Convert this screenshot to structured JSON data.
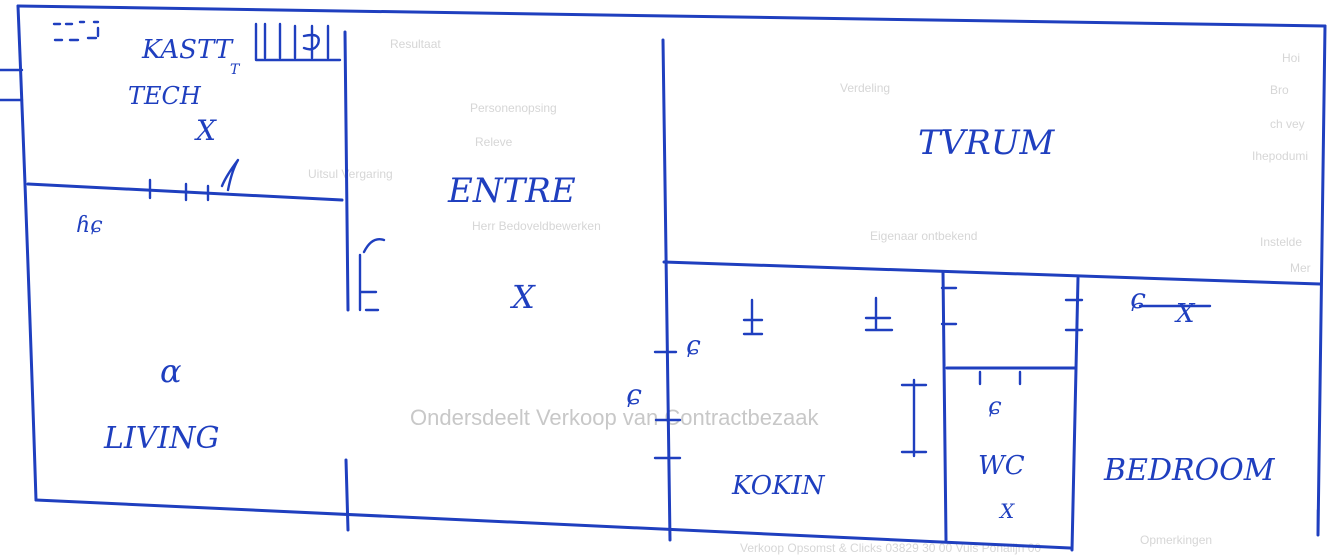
{
  "background_text": {
    "row_labels": [
      "Hoi",
      "Bro",
      "ch vey",
      "Ihepodumi",
      "Instelde",
      "Mer"
    ],
    "col_fragments": [
      "Resultaat",
      "Verdeling",
      "Personenopsing",
      "Releve",
      "Uitsul Vergaring",
      "Herr Bedoveldbewerken",
      "Eigenaar ontbekend"
    ],
    "heading": "Ondersdeelt Verkoop van Contractbezaak",
    "footer_label": "Opmerkingen",
    "footer_line": "Verkoop Opsomst & Clicks 03829 30 00 Vuls Ponalijn 00"
  },
  "rooms": {
    "kast": "KASTT",
    "t_mark": "T",
    "tech": "TECH",
    "entre": "ENTRE",
    "tvrum": "TVRUM",
    "living": "LIVING",
    "kitchen": "KOKIN",
    "wc": "WC",
    "bedroom": "BEDROOM"
  },
  "marks": {
    "cross": "X",
    "alpha": "α",
    "door_swing": "ɕ",
    "stair_hint": "ɦɕ"
  }
}
